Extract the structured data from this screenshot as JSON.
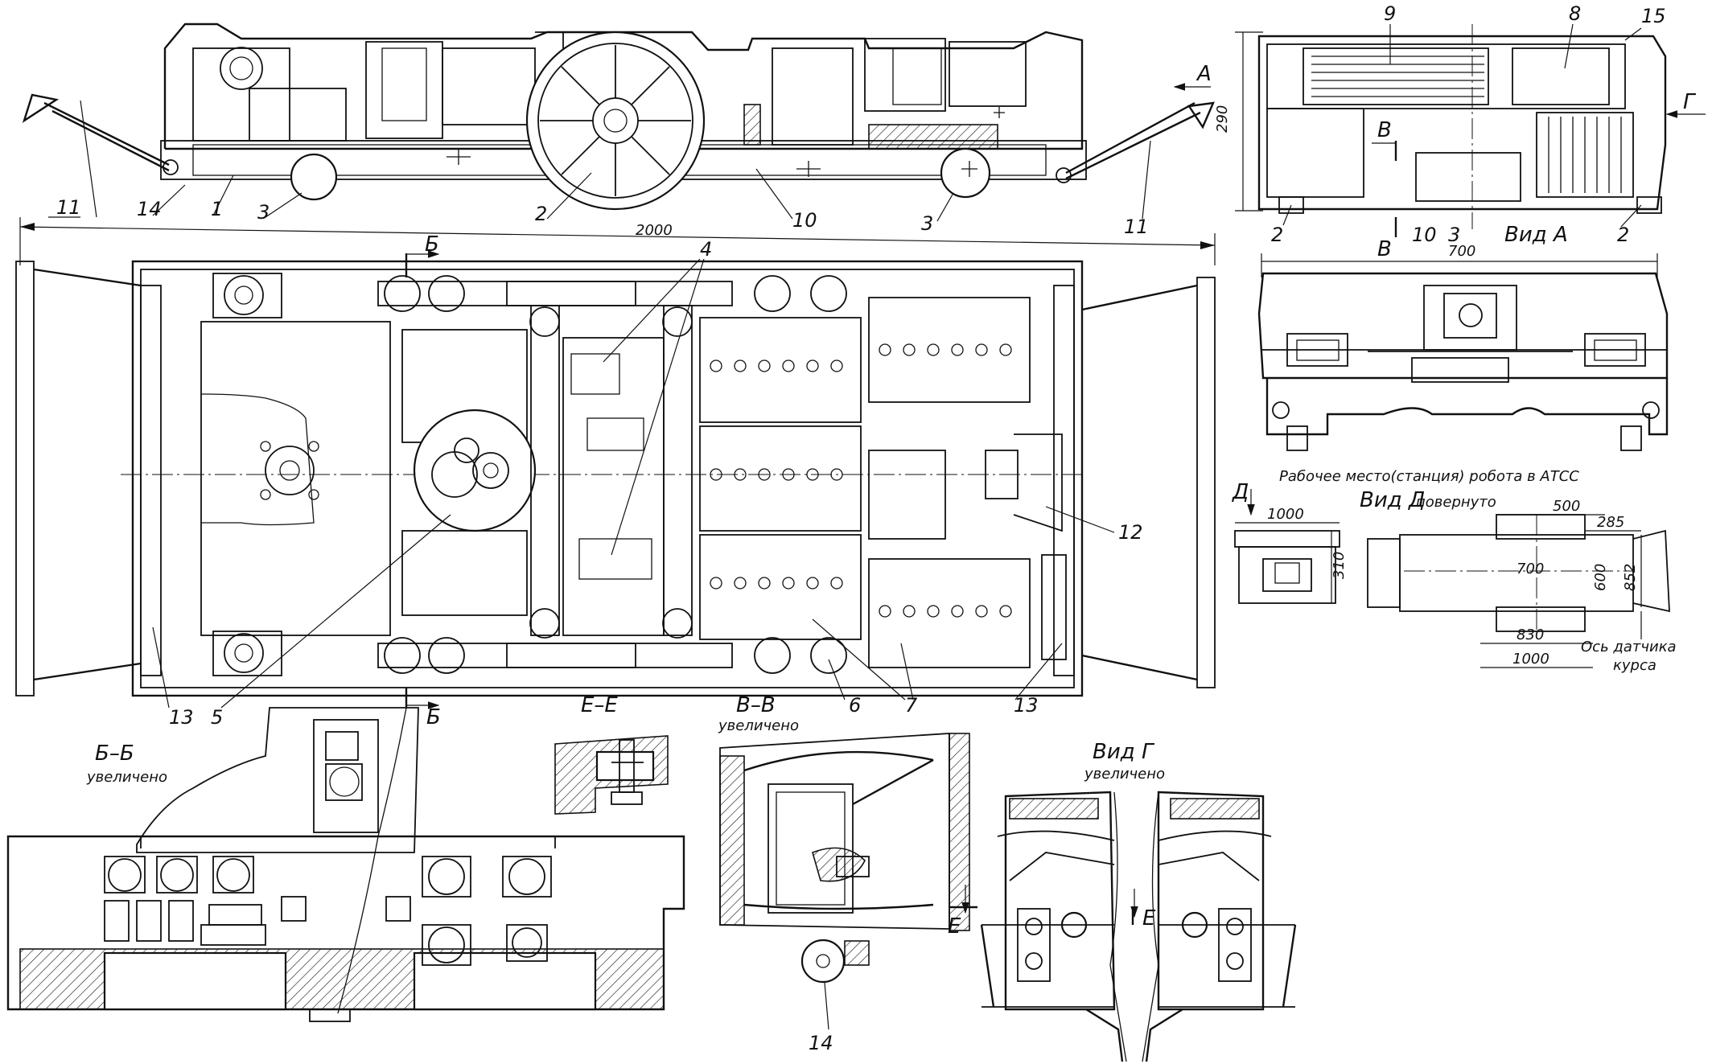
{
  "labels": {
    "n1": "1",
    "n2": "2",
    "n3": "3",
    "n4": "4",
    "n5": "5",
    "n6": "6",
    "n7": "7",
    "n8": "8",
    "n9": "9",
    "n10": "10",
    "n11": "11",
    "n12": "12",
    "n13": "13",
    "n14": "14",
    "n15": "15",
    "arrow_a": "А",
    "arrow_g": "Г",
    "arrow_b": "Б",
    "arrow_v": "В",
    "arrow_d": "Д",
    "arrow_e": "Е"
  },
  "dimensions": {
    "length_2000": "2000",
    "height_290": "290",
    "width_700": "700",
    "station_1000": "1000",
    "station_310": "310",
    "d500": "500",
    "d285": "285",
    "d700": "700",
    "d600": "600",
    "d852": "852",
    "d830": "830",
    "d1000b": "1000"
  },
  "captions": {
    "view_a": "Вид А",
    "station_title": "Рабочее место(станция) робота в АТСС",
    "view_d": "Вид Д",
    "view_d_note": "повернуто",
    "sensor_axis_1": "Ось датчика",
    "sensor_axis_2": "курса",
    "section_bb": "Б–Б",
    "section_bb_note": "увеличено",
    "section_ee": "Е–Е",
    "section_vv": "В–В",
    "section_vv_note": "увеличено",
    "view_g": "Вид Г",
    "view_g_note": "увеличено"
  }
}
